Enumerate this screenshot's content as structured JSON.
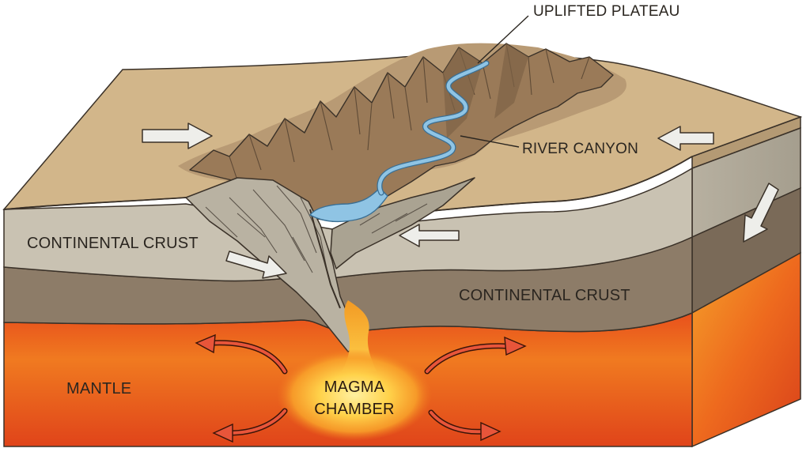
{
  "labels": {
    "uplifted_plateau": "UPLIFTED PLATEAU",
    "river_canyon": "RIVER CANYON",
    "continental_crust_left": "CONTINENTAL CRUST",
    "continental_crust_right": "CONTINENTAL CRUST",
    "mantle": "MANTLE",
    "magma_line1": "MAGMA",
    "magma_line2": "CHAMBER"
  },
  "colors": {
    "surface": "#d2b68a",
    "mountain": "#9a7a58",
    "upper_crust": "#c9c2b2",
    "lower_crust": "#8d7c68",
    "mantle_hot": "#f0a020",
    "mantle_deep": "#d6441c",
    "river": "#7fb8dc",
    "outline": "#3a3128"
  }
}
